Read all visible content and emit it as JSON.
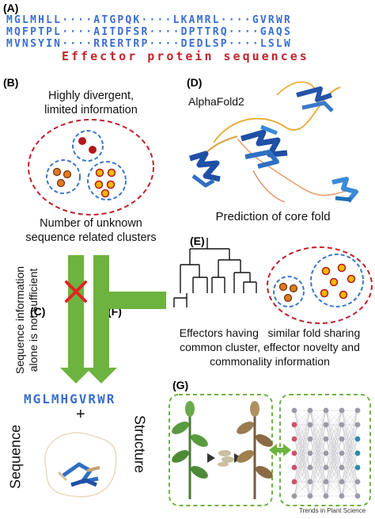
{
  "panel_a": {
    "label": "(A)",
    "rows": [
      [
        "MGLMHLL",
        "ATGPQK",
        "LKAMRL",
        "GVRWR"
      ],
      [
        "MQFPTPL",
        "AITDFSR",
        "DPTTRQ",
        "GAQS"
      ],
      [
        "MVNSYIN",
        "RRERTRP",
        "DEDLSP",
        "LSLW"
      ]
    ],
    "separator": "····",
    "title": "Effector protein sequences"
  },
  "panel_b": {
    "label": "(B)",
    "line1": "Highly divergent,",
    "line2": "limited information",
    "footer1": "Number of unknown",
    "footer2": "sequence related clusters"
  },
  "panel_c": {
    "label": "(C)",
    "vertical_text1": "Sequence information",
    "vertical_text2": "alone is not sufficient"
  },
  "panel_d": {
    "label": "(D)",
    "tool": "AlphaFold2",
    "caption": "Prediction of core fold"
  },
  "panel_e": {
    "label": "(E)",
    "line1": "Effectors having   similar fold sharing",
    "line2": "common cluster, effector novelty and",
    "line3": "commonality information"
  },
  "panel_f": {
    "label": "(F)"
  },
  "bottom_left": {
    "sequence": "MGLMHGVRWR",
    "plus": "+",
    "left_vertical": "Sequence",
    "right_vertical": "Structure"
  },
  "panel_g": {
    "label": "(G)"
  },
  "credit": "Trends in Plant Science",
  "colors": {
    "blue_text": "#3a6fd0",
    "red_title": "#c0262d",
    "arrow_green": "#6db33f",
    "dash_red": "#c0202a",
    "dash_blue": "#3c78c8"
  }
}
